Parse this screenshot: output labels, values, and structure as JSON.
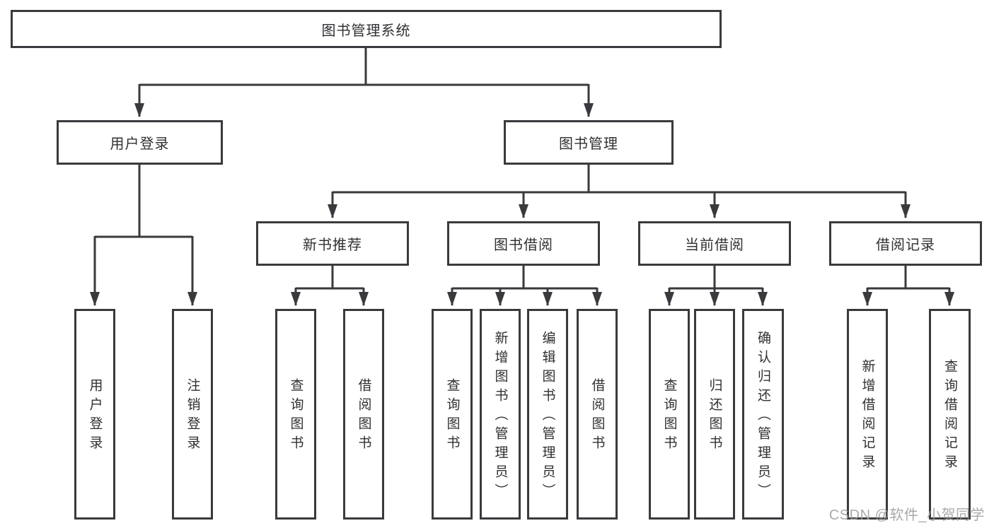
{
  "diagram": {
    "root": {
      "label": "图书管理系统"
    },
    "branches": [
      {
        "label": "用户登录",
        "children": [
          {
            "label": "用户登录"
          },
          {
            "label": "注销登录"
          }
        ]
      },
      {
        "label": "图书管理",
        "groups": [
          {
            "label": "新书推荐",
            "children": [
              {
                "label": "查询图书"
              },
              {
                "label": "借阅图书"
              }
            ]
          },
          {
            "label": "图书借阅",
            "children": [
              {
                "label": "查询图书"
              },
              {
                "label": "新增图书（管理员）"
              },
              {
                "label": "编辑图书（管理员）"
              },
              {
                "label": "借阅图书"
              }
            ]
          },
          {
            "label": "当前借阅",
            "children": [
              {
                "label": "查询图书"
              },
              {
                "label": "归还图书"
              },
              {
                "label": "确认归还（管理员）"
              }
            ]
          },
          {
            "label": "借阅记录",
            "children": [
              {
                "label": "新增借阅记录"
              },
              {
                "label": "查询借阅记录"
              }
            ]
          }
        ]
      }
    ]
  },
  "watermark": {
    "text": "CSDN @软件_小贺同学"
  },
  "colors": {
    "line": "#3a3a3e",
    "text": "#303034",
    "background": "#ffffff",
    "watermark": "#9b9b9b"
  }
}
